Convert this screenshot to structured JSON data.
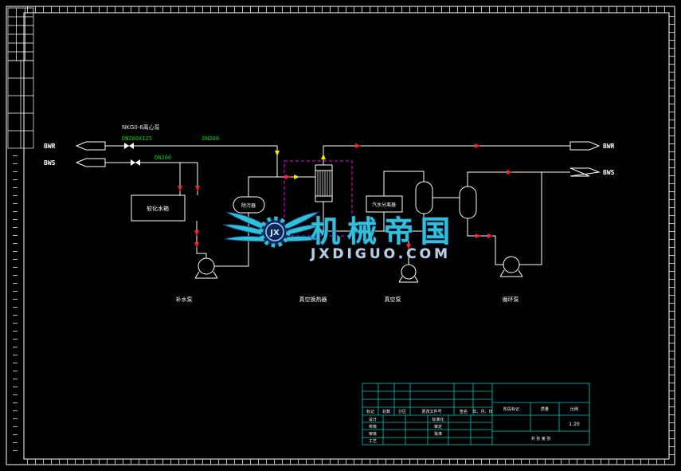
{
  "connections": {
    "left_top": "BWR",
    "left_bottom": "BWS",
    "right_top": "BWR",
    "right_bottom": "BWS"
  },
  "annotations": {
    "pump_model": "NKG0-6离心泵",
    "pipe_dn200x125": "DN200X125",
    "pipe_dn200_a": "DN200",
    "pipe_dn200_b": "DN200"
  },
  "equipment": {
    "tank_label": "软化水箱",
    "strainer_label": "除污器",
    "separator_label": "汽水分离器",
    "bottom_labels": [
      "补水泵",
      "真空换热器",
      "真空泵",
      "循环泵"
    ]
  },
  "watermark": {
    "logo_text": "JX",
    "brand": "机械帝国",
    "site": "JXDIGUO.COM"
  },
  "title_block": {
    "headers": [
      "标记",
      "处数",
      "分区",
      "更改文件号",
      "签名",
      "年、月、日"
    ],
    "left_rows": [
      "设计",
      "校核",
      "审核",
      "工艺"
    ],
    "mid_rows": [
      "标准化",
      "审定",
      "批准"
    ],
    "stage": "阶段标记",
    "weight": "质量",
    "scale": "比例",
    "scale_value": "1:20",
    "sheet": "共 张 第 张"
  },
  "colors": {
    "background": "#000000",
    "lines": "#ffffff",
    "pipe_label_green": "#00dd00",
    "flow_arrow_red": "#ff2020",
    "arrow_yellow": "#ffe000",
    "package_boundary_magenta": "#ff00ff",
    "title_block_cyan": "#00c8c8",
    "watermark_teal": "#2fc1d6",
    "watermark_navy": "#15397e"
  }
}
